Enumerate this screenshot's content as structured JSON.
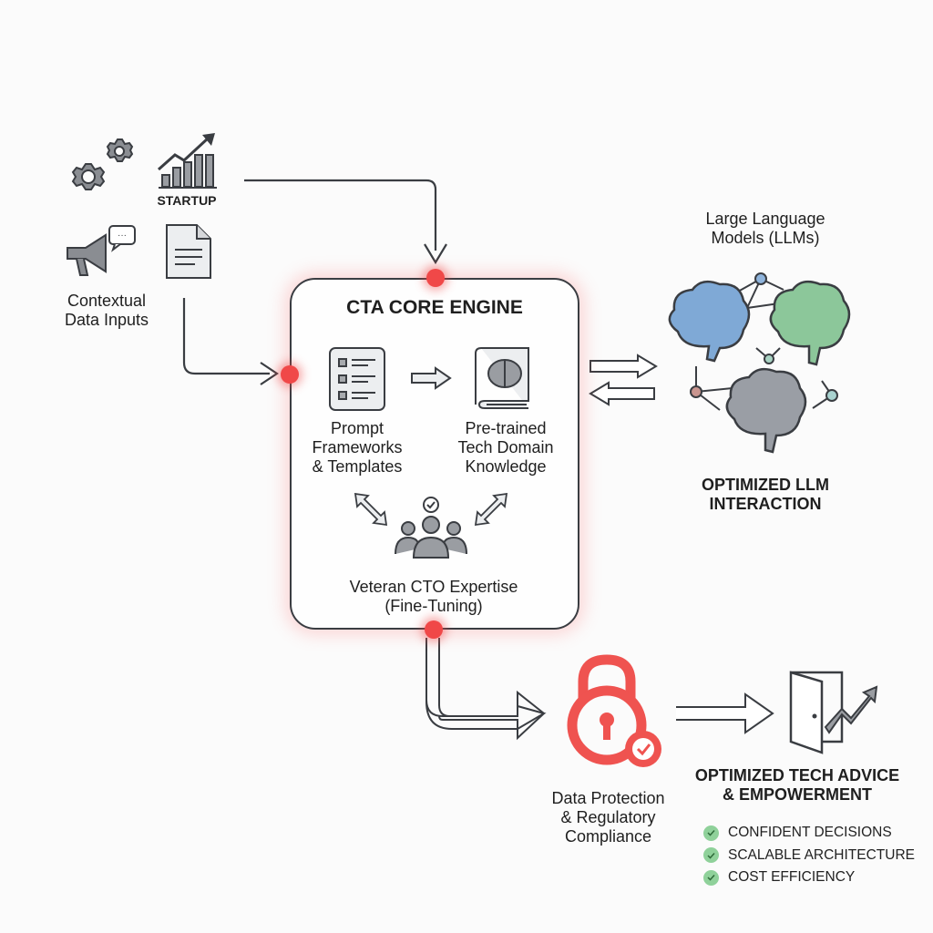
{
  "inputs": {
    "startup_label": "STARTUP",
    "title": "Contextual\nData Inputs",
    "icons": [
      "gears-icon",
      "growth-chart-icon",
      "megaphone-icon",
      "document-icon"
    ]
  },
  "core_engine": {
    "title": "CTA CORE ENGINE",
    "prompt_frameworks": "Prompt\nFrameworks\n& Templates",
    "domain_knowledge": "Pre-trained\nTech Domain\nKnowledge",
    "expertise": "Veteran CTO Expertise\n(Fine-Tuning)"
  },
  "llm": {
    "title": "Large Language\nModels (LLMs)",
    "subtitle": "OPTIMIZED LLM\nINTERACTION",
    "brain_colors": [
      "#7fa9d6",
      "#8cc79a",
      "#9a9ea5"
    ]
  },
  "compliance": {
    "title": "Data Protection\n& Regulatory\nCompliance",
    "accent": "#ef5350"
  },
  "outcome": {
    "title": "OPTIMIZED TECH ADVICE\n& EMPOWERMENT",
    "benefits": [
      "CONFIDENT DECISIONS",
      "SCALABLE ARCHITECTURE",
      "COST EFFICIENCY"
    ],
    "check_color": "#8fd19a"
  }
}
